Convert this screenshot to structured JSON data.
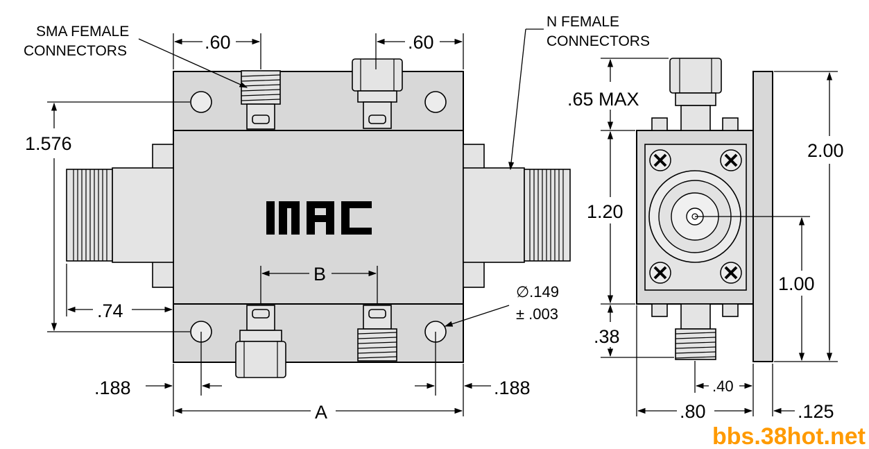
{
  "labels": {
    "sma_connectors": [
      "SMA FEMALE",
      "CONNECTORS"
    ],
    "n_connectors": [
      "N FEMALE",
      "CONNECTORS"
    ],
    "logo": "MAC"
  },
  "dimensions": {
    "top_left_width": ".60",
    "top_right_width": ".60",
    "height_1576": "1.576",
    "left_074": ".74",
    "spacing_b": "B",
    "hole_diameter": "∅.149",
    "hole_tolerance": "± .003",
    "left_0188": ".188",
    "right_0188": ".188",
    "overall_a": "A",
    "max_065": ".65 MAX",
    "height_120": "1.20",
    "height_200": "2.00",
    "height_100": "1.00",
    "bottom_038": ".38",
    "center_040": ".40",
    "width_080": ".80",
    "flange_0125": ".125"
  },
  "watermark": "bbs.38hot.net"
}
